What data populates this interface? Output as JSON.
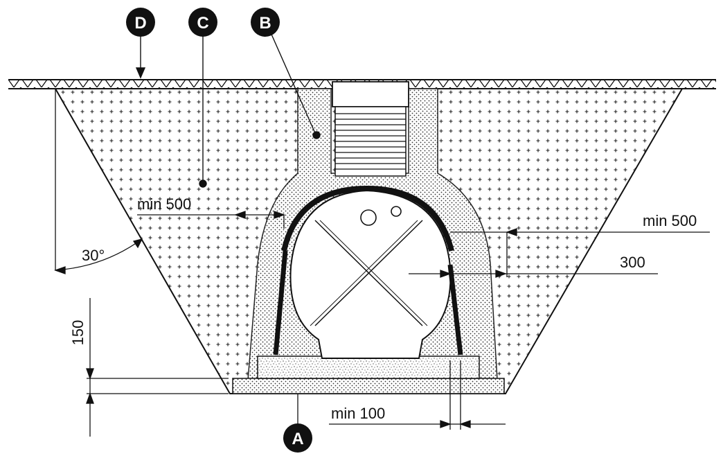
{
  "callouts": {
    "a": "A",
    "b": "B",
    "c": "C",
    "d": "D"
  },
  "dimensions": {
    "min_500_left": "min 500",
    "min_500_right": "min 500",
    "clearance_300": "300",
    "angle": "30°",
    "base_150": "150",
    "min_100": "min 100"
  },
  "colors": {
    "ink": "#111111",
    "fill_paper": "#f4f4f4",
    "fill_dots": "#cfcfcf"
  }
}
